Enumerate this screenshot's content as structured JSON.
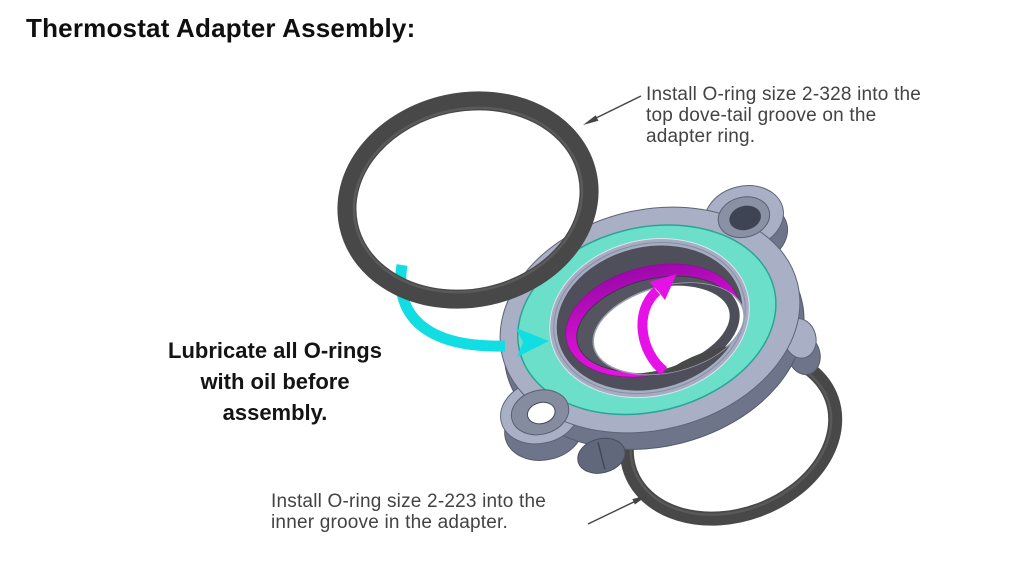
{
  "title": "Thermostat Adapter Assembly:",
  "notes": {
    "top": {
      "line1": "Install O-ring size 2-328 into the",
      "line2": "top dove-tail groove on the",
      "line3": "adapter ring."
    },
    "lubricate": {
      "line1": "Lubricate all O-rings",
      "line2": "with oil before",
      "line3": "assembly."
    },
    "bottom": {
      "line1": "Install O-ring size 2-223 into the",
      "line2": "inner groove in the adapter."
    }
  },
  "colors": {
    "oring_dark": "#484848",
    "adapter_body": "#a9afc5",
    "teal_groove": "#6bdfca",
    "magenta_groove": "#cf12cf",
    "cyan_arrow": "#12dde2",
    "magenta_arrow": "#e611e6"
  }
}
